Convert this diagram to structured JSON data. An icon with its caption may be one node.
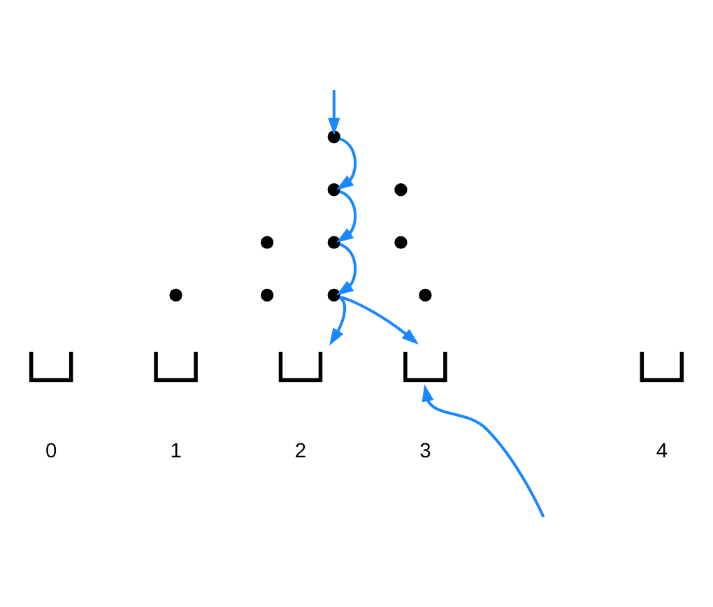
{
  "diagram": {
    "nodes": [
      {
        "text": [],
        "shape": "circle"
      },
      {
        "text": [],
        "shape": "circle"
      },
      {
        "text": [],
        "shape": "circle"
      },
      {
        "text": [],
        "shape": "circle"
      },
      {
        "text": [],
        "shape": "circle"
      },
      {
        "text": [],
        "shape": "circle"
      },
      {
        "text": [],
        "shape": "circle"
      },
      {
        "text": [],
        "shape": "circle"
      },
      {
        "text": [],
        "shape": "circle"
      },
      {
        "text": [],
        "shape": "circle"
      },
      {
        "text": [],
        "shape": "bin"
      },
      {
        "text": [],
        "shape": "bin"
      },
      {
        "text": [],
        "shape": "bin"
      },
      {
        "text": [],
        "shape": "bin"
      },
      {
        "text": [],
        "shape": "bin"
      }
    ],
    "labels": [
      "0",
      "1",
      "2",
      "3",
      "4"
    ],
    "edges": [
      {
        "from": null,
        "to": 0,
        "arrow": "to"
      },
      {
        "from": 0,
        "to": 1,
        "arrow": "to"
      },
      {
        "from": 1,
        "to": 4,
        "arrow": "to"
      },
      {
        "from": 4,
        "to": 8,
        "arrow": "to"
      },
      {
        "from": 8,
        "to": 12,
        "arrow": "to"
      },
      {
        "from": 8,
        "to": 13,
        "arrow": "to"
      },
      {
        "from": null,
        "to": 13,
        "arrow": "to"
      }
    ]
  }
}
